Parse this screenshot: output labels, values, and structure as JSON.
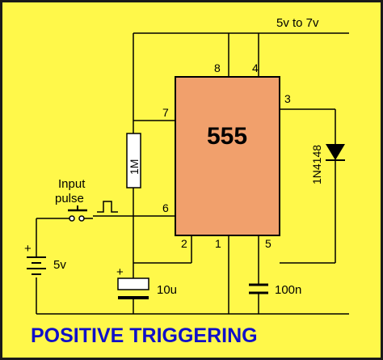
{
  "colors": {
    "background": "#fff84a",
    "border": "#1a1a1a",
    "chip_fill": "#f1a06c",
    "title": "#1010c8",
    "resistor_fill": "#ffffff",
    "capacitor_fill": "#ffffff"
  },
  "supply_label": "5v to 7v",
  "ic": {
    "label": "555",
    "pins": {
      "p1": "1",
      "p2": "2",
      "p3": "3",
      "p4": "4",
      "p5": "5",
      "p6": "6",
      "p7": "7",
      "p8": "8"
    }
  },
  "components": {
    "resistor": "1M",
    "diode": "1N4148",
    "timing_cap": "10u",
    "control_cap": "100n",
    "battery": "5v",
    "battery_plus": "+",
    "cap_plus": "+"
  },
  "input": {
    "line1": "Input",
    "line2": "pulse"
  },
  "title": "POSITIVE TRIGGERING"
}
